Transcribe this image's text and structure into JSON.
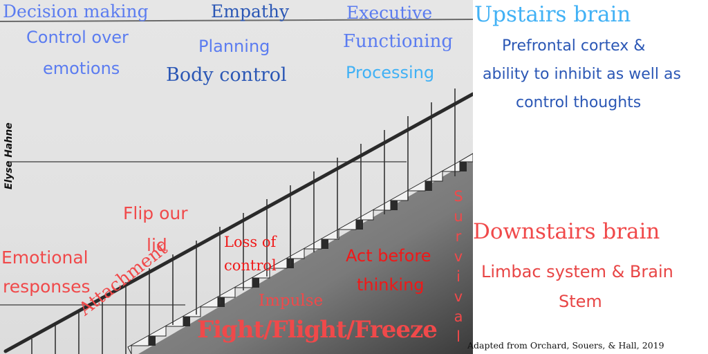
{
  "colors": {
    "blue_light": "#5b7cf0",
    "blue_dark": "#2b57b5",
    "blue_sky": "#41b1f5",
    "red": "#f0494a",
    "red_bright": "#f01818",
    "black": "#111111"
  },
  "watermark": "Elyse Hahne",
  "upstairs_terms": {
    "decision_making": "Decision making",
    "empathy": "Empathy",
    "executive": "Executive",
    "functioning": "Functioning",
    "control_over_line1": "Control over",
    "control_over_line2": "emotions",
    "planning": "Planning",
    "body_control": "Body control",
    "processing": "Processing"
  },
  "downstairs_terms": {
    "flip_line1": "Flip our",
    "flip_line2": "lid",
    "emotional_line1": "Emotional",
    "emotional_line2": "responses",
    "attachment": "Attachment",
    "loss_line1": "Loss of",
    "loss_line2": "control",
    "act_line1": "Act before",
    "act_line2": "thinking",
    "impulse": "Impulse",
    "fight": "Fight/Flight/Freeze",
    "survival": [
      "S",
      "u",
      "r",
      "v",
      "i",
      "v",
      "a",
      "l"
    ]
  },
  "panel": {
    "upstairs_title": "Upstairs brain",
    "upstairs_desc_line1": "Prefrontal cortex &",
    "upstairs_desc_line2": "ability to inhibit as well as",
    "upstairs_desc_line3": "control thoughts",
    "downstairs_title": "Downstairs brain",
    "downstairs_desc_line1": "Limbac system & Brain",
    "downstairs_desc_line2": "Stem",
    "citation": "Adapted from Orchard, Souers, & Hall, 2019"
  }
}
